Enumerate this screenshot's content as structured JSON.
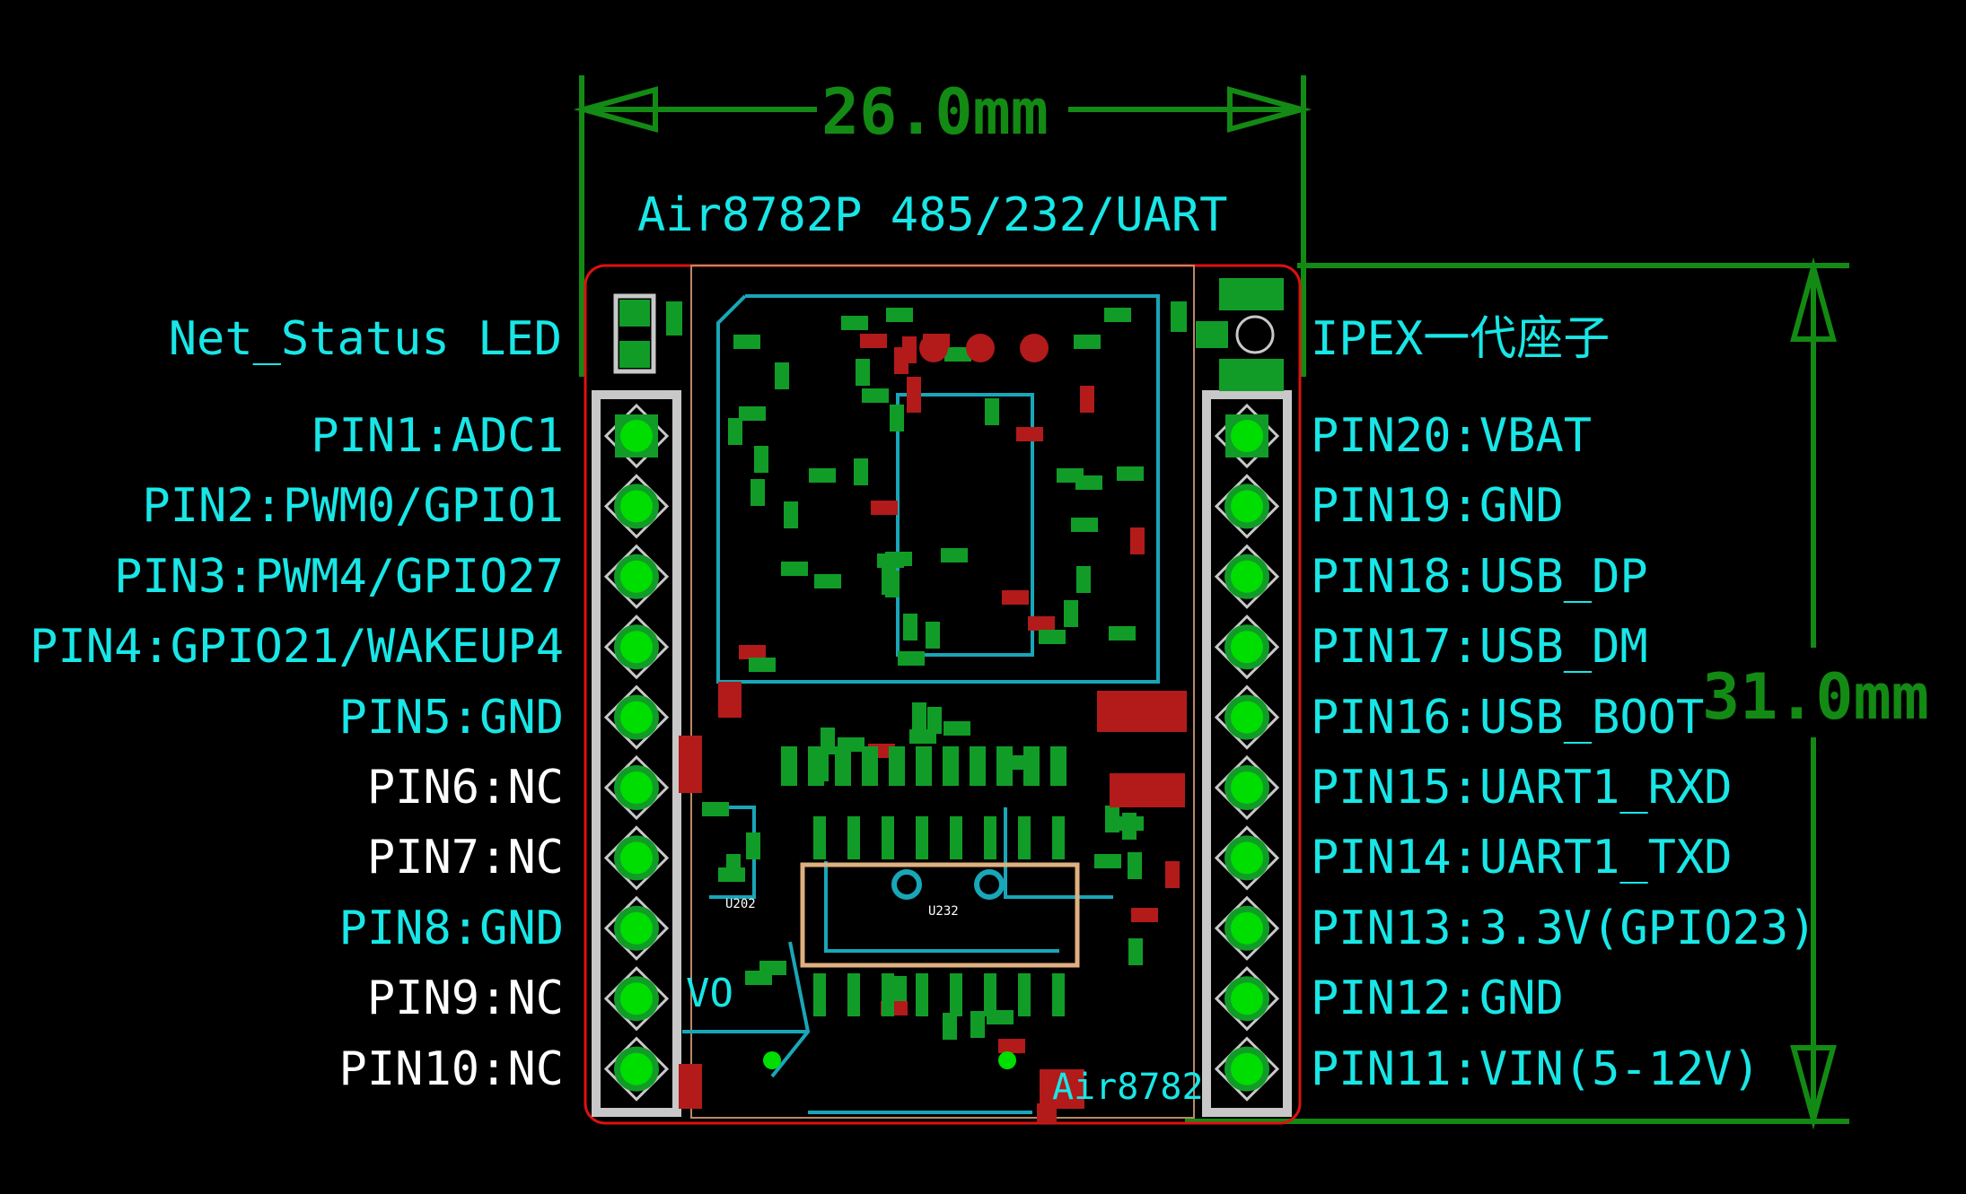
{
  "title": "Air8782P 485/232/UART",
  "width_dim": "26.0mm",
  "height_dim": "31.0mm",
  "top_left_label": "Net_Status LED",
  "top_right_label": "IPEX一代座子",
  "left_pins": [
    {
      "label": "PIN1:ADC1",
      "color": "cyan"
    },
    {
      "label": "PIN2:PWM0/GPIO1",
      "color": "cyan"
    },
    {
      "label": "PIN3:PWM4/GPIO27",
      "color": "cyan"
    },
    {
      "label": "PIN4:GPIO21/WAKEUP4",
      "color": "cyan"
    },
    {
      "label": "PIN5:GND",
      "color": "cyan"
    },
    {
      "label": "PIN6:NC",
      "color": "white"
    },
    {
      "label": "PIN7:NC",
      "color": "white"
    },
    {
      "label": "PIN8:GND",
      "color": "cyan"
    },
    {
      "label": "PIN9:NC",
      "color": "white"
    },
    {
      "label": "PIN10:NC",
      "color": "white"
    }
  ],
  "right_pins": [
    {
      "label": "PIN20:VBAT",
      "color": "cyan"
    },
    {
      "label": "PIN19:GND",
      "color": "cyan"
    },
    {
      "label": "PIN18:USB_DP",
      "color": "cyan"
    },
    {
      "label": "PIN17:USB_DM",
      "color": "cyan"
    },
    {
      "label": "PIN16:USB_BOOT",
      "color": "cyan"
    },
    {
      "label": "PIN15:UART1_RXD",
      "color": "cyan"
    },
    {
      "label": "PIN14:UART1_TXD",
      "color": "cyan"
    },
    {
      "label": "PIN13:3.3V(GPIO23)",
      "color": "cyan"
    },
    {
      "label": "PIN12:GND",
      "color": "cyan"
    },
    {
      "label": "PIN11:VIN(5-12V)",
      "color": "cyan"
    }
  ],
  "board_labels": {
    "vo": "VO",
    "u202": "U202",
    "u232": "U232",
    "air782": "Air8782"
  },
  "colors": {
    "label_cyan": "#19e6e6",
    "label_white": "#ffffff",
    "dimension_green": "#138a13",
    "pad_green": "#119c28",
    "pin_green": "#00dd00",
    "board_red": "#dd1111",
    "trace_cyan": "#19a6b8",
    "header_gray": "#c8c8c8"
  }
}
